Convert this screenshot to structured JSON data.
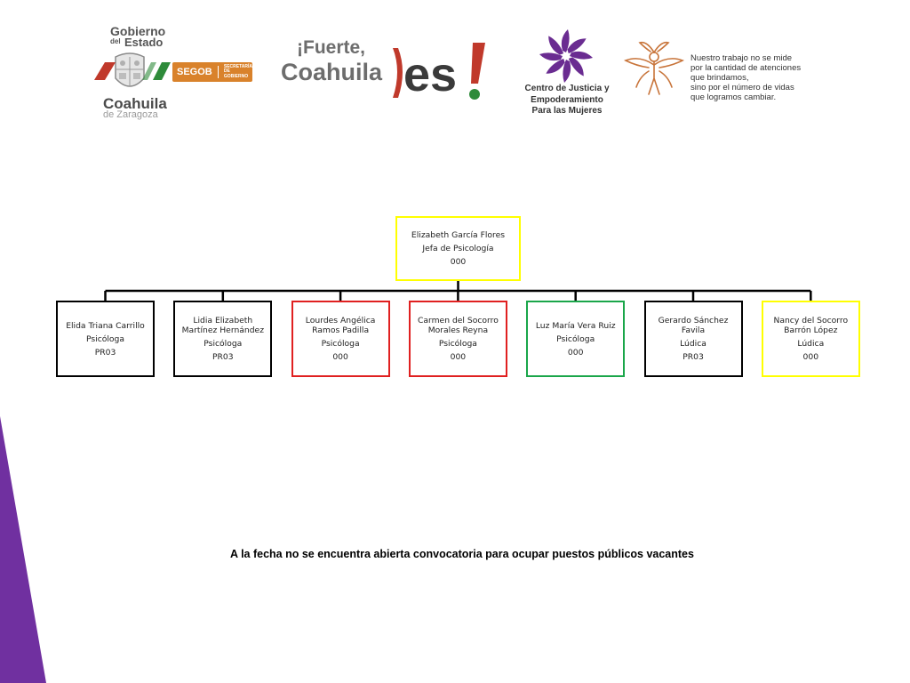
{
  "header": {
    "gobierno_logo": {
      "line1": "Gobierno",
      "line2": "del",
      "line3": "Estado",
      "line4": "Coahuila",
      "line5": "de Zaragoza",
      "segob": "SEGOB",
      "segob_sub1": "SECRETARÍA",
      "segob_sub2": "DE GOBIERNO"
    },
    "fuerte_logo": {
      "line1": "¡Fuerte,",
      "line2": "Coahuila"
    },
    "centro_logo": {
      "line1": "Centro de Justicia y",
      "line2": "Empoderamiento",
      "line3": "Para las Mujeres"
    },
    "quote": {
      "line1": "Nuestro trabajo no se mide",
      "line2": "por la cantidad de atenciones",
      "line3": "que brindamos,",
      "line4": "sino por el número de vidas",
      "line5": "que logramos cambiar."
    }
  },
  "colors": {
    "purple": "#7030a0",
    "yellow": "#ffff00",
    "red": "#e02020",
    "green": "#1aa64a",
    "black": "#000000"
  },
  "org_chart": {
    "root": {
      "name": "Elizabeth García Flores",
      "role": "Jefa de Psicología",
      "code": "000",
      "border": "yellow"
    },
    "children": [
      {
        "name": "Elida Triana Carrillo",
        "role": "Psicóloga",
        "code": "PR03",
        "border": "black"
      },
      {
        "name": "Lidia Elizabeth Martínez Hernández",
        "role": "Psicóloga",
        "code": "PR03",
        "border": "black"
      },
      {
        "name": "Lourdes Angélica Ramos Padilla",
        "role": "Psicóloga",
        "code": "000",
        "border": "red"
      },
      {
        "name": "Carmen del Socorro Morales Reyna",
        "role": "Psicóloga",
        "code": "000",
        "border": "red"
      },
      {
        "name": "Luz María Vera Ruiz",
        "role": "Psicóloga",
        "code": "000",
        "border": "green"
      },
      {
        "name": "Gerardo Sánchez Favila",
        "role": "Lúdica",
        "code": "PR03",
        "border": "black"
      },
      {
        "name": "Nancy del Socorro Barrón López",
        "role": "Lúdica",
        "code": "000",
        "border": "yellow"
      }
    ]
  },
  "footer": {
    "note": "A la fecha no se encuentra abierta convocatoria para ocupar puestos públicos vacantes"
  }
}
